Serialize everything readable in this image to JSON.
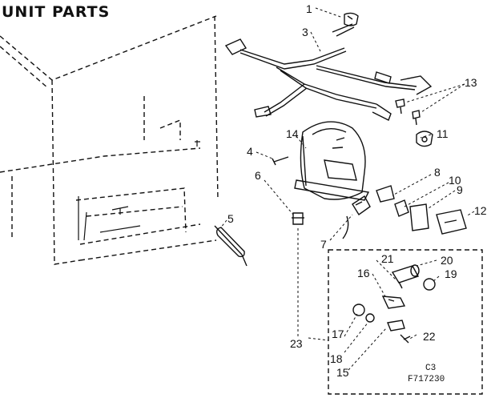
{
  "title": "UNIT PARTS",
  "figure_code": "C3",
  "figure_id": "F717230",
  "callouts": [
    "1",
    "3",
    "13",
    "11",
    "14",
    "4",
    "6",
    "5",
    "8",
    "10",
    "9",
    "12",
    "7",
    "21",
    "20",
    "16",
    "19",
    "17",
    "18",
    "15",
    "22",
    "23"
  ]
}
